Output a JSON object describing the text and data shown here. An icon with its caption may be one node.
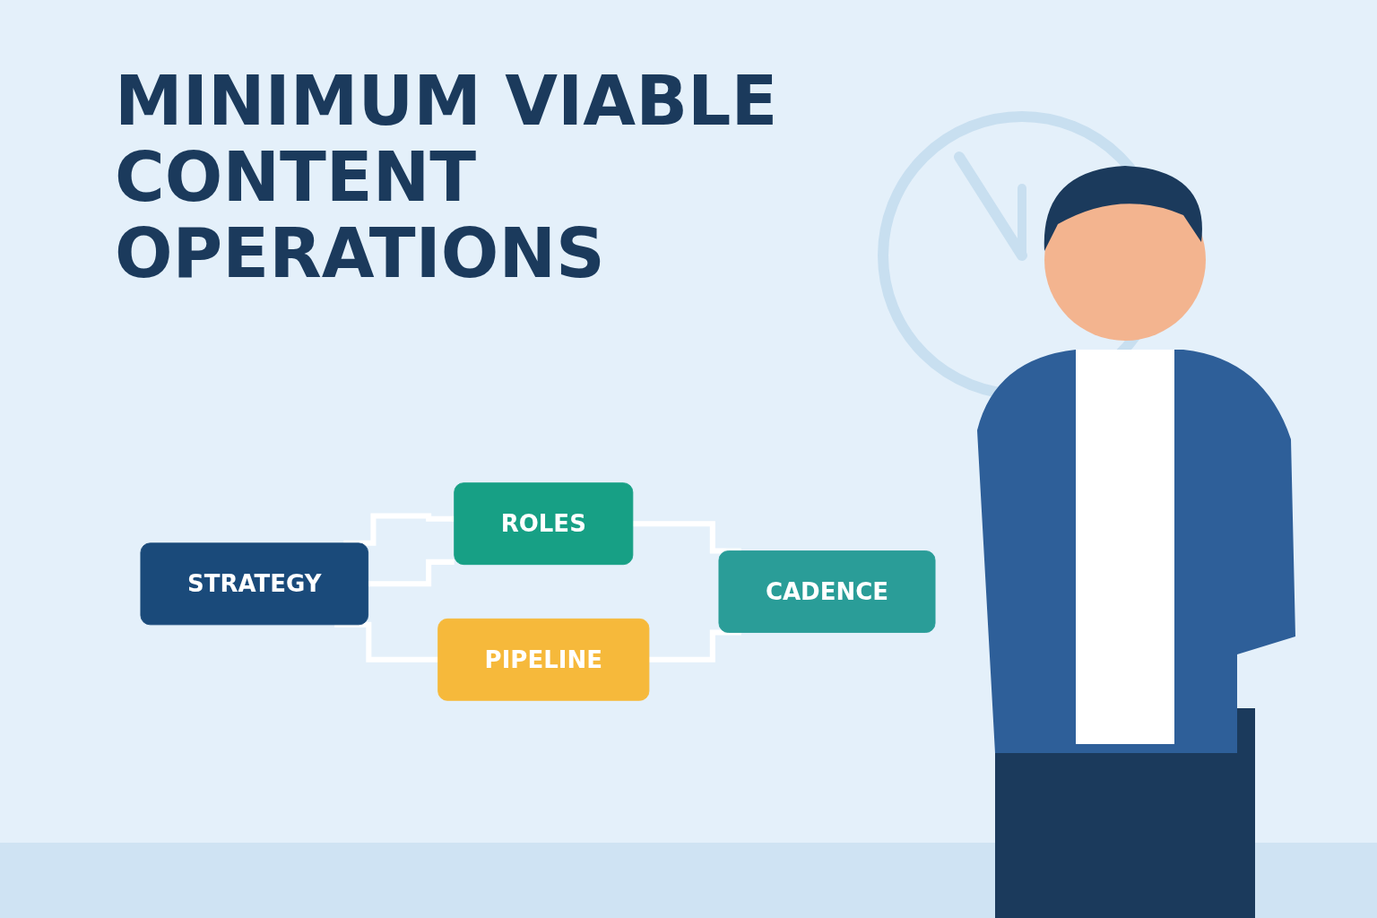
{
  "diagram": {
    "title": "MINIMUM VIABLE CONTENT OPERATIONS",
    "nodes": [
      {
        "text": [
          "ROLES"
        ]
      },
      {
        "text": [
          "STRATEGY"
        ]
      },
      {
        "text": [
          "CADENCE"
        ]
      },
      {
        "text": [
          "PIPELINE"
        ]
      }
    ],
    "edges": [
      {
        "from": 1,
        "to": 0,
        "arrow": "none"
      },
      {
        "from": 1,
        "to": 0,
        "arrow": "none"
      },
      {
        "from": 0,
        "to": 2,
        "arrow": "none"
      },
      {
        "from": 1,
        "to": 3,
        "arrow": "none"
      },
      {
        "from": 3,
        "to": 2,
        "arrow": "none"
      }
    ]
  }
}
